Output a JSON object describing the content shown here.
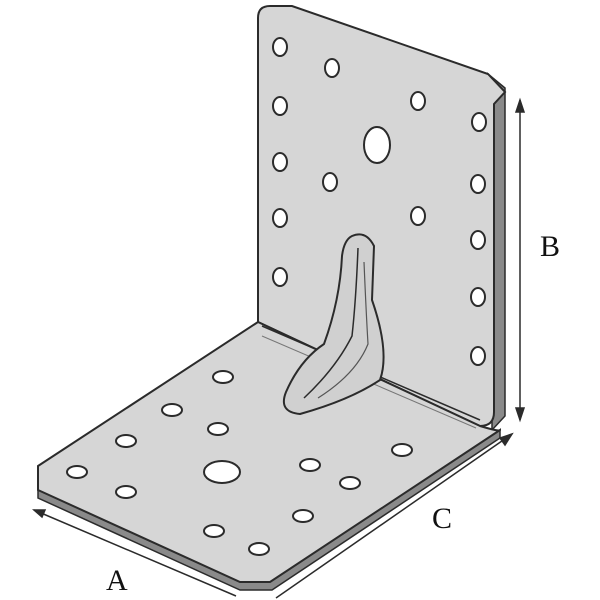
{
  "diagram": {
    "labels": {
      "a": "A",
      "b": "B",
      "c": "C"
    },
    "colors": {
      "plate": "#d6d6d6",
      "edge": "#8a8a8a",
      "outline": "#2b2b2b",
      "hole": "#ffffff"
    }
  }
}
